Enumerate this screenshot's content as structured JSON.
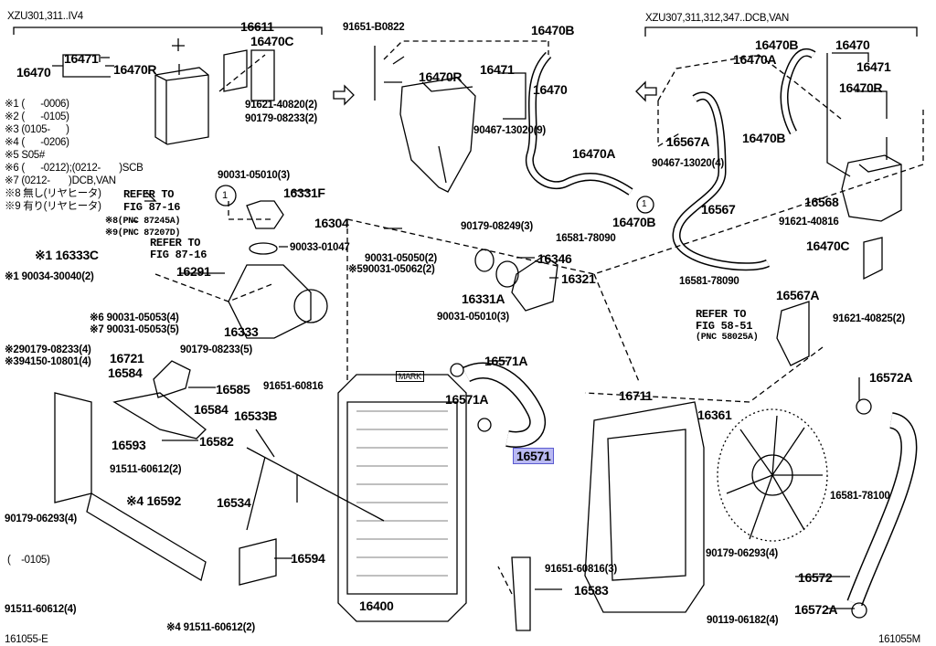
{
  "diagram": {
    "highlight_color": "#b9b9f2",
    "labels": [
      "XZU301,311..IV4",
      "16611",
      "16470C",
      "91651-B0822",
      "16470B",
      "XZU307,311,312,347..DCB,VAN",
      "16471",
      "16470R",
      "16470",
      "16470R",
      "16471",
      "16470",
      "16470B",
      "16470",
      "16470A",
      "16471",
      "16470R",
      "※1 (      -0006)",
      "※2 (      -0105)",
      "※3 (0105-      )",
      "※4 (      -0206)",
      "※5 S05#",
      "※6 (      -0212);(0212-       )SCB",
      "※7 (0212-       )DCB,VAN",
      "※8 無し(リヤヒータ)",
      "※9 有り(リヤヒータ)",
      "91621-40820(2)",
      "90179-08233(2)",
      "90467-13020(9)",
      "16567A",
      "16470B",
      "16470A",
      "90467-13020(4)",
      "REFER TO",
      "FIG 87-16",
      "90031-05010(3)",
      "16331F",
      "16568",
      "90179-08249(3)",
      "16470B",
      "16567",
      "91621-40816",
      "※8(PNC 87245A)",
      "※9(PNC 87207D)",
      "16304",
      "REFER TO",
      "FIG 87-16",
      "90033-01047",
      "16581-78090",
      "16470C",
      "※1 16333C",
      "16346",
      "90031-05050(2)",
      "※590031-05062(2)",
      "16291",
      "※1 90034-30040(2)",
      "16321",
      "16581-78090",
      "16331A",
      "16567A",
      "REFER TO",
      "FIG 58-51",
      "(PNC 58025A)",
      "91621-40825(2)",
      "90031-05010(3)",
      "※6 90031-05053(4)",
      "※7 90031-05053(5)",
      "16333",
      "※290179-08233(4)",
      "※394150-10801(4)",
      "90179-08233(5)",
      "16721",
      "16571A",
      "16584",
      "16572A",
      "16585",
      "91651-60816",
      "MARK",
      "16711",
      "16584",
      "16533B",
      "16571A",
      "16361",
      "16593",
      "16582",
      "16571",
      "91511-60612(2)",
      "16534",
      "※4 16592",
      "16581-78100",
      "90179-06293(4)",
      "90179-06293(4)",
      "(    -0105)",
      "16594",
      "16572",
      "91651-60816(3)",
      "16400",
      "16583",
      "91511-60612(4)",
      "16572A",
      "90119-06182(4)",
      "※4 91511-60612(2)",
      "161055-E",
      "161055M"
    ],
    "callout_marker": "1",
    "icons": [
      "arrow-right-icon",
      "arrow-left-icon"
    ]
  }
}
